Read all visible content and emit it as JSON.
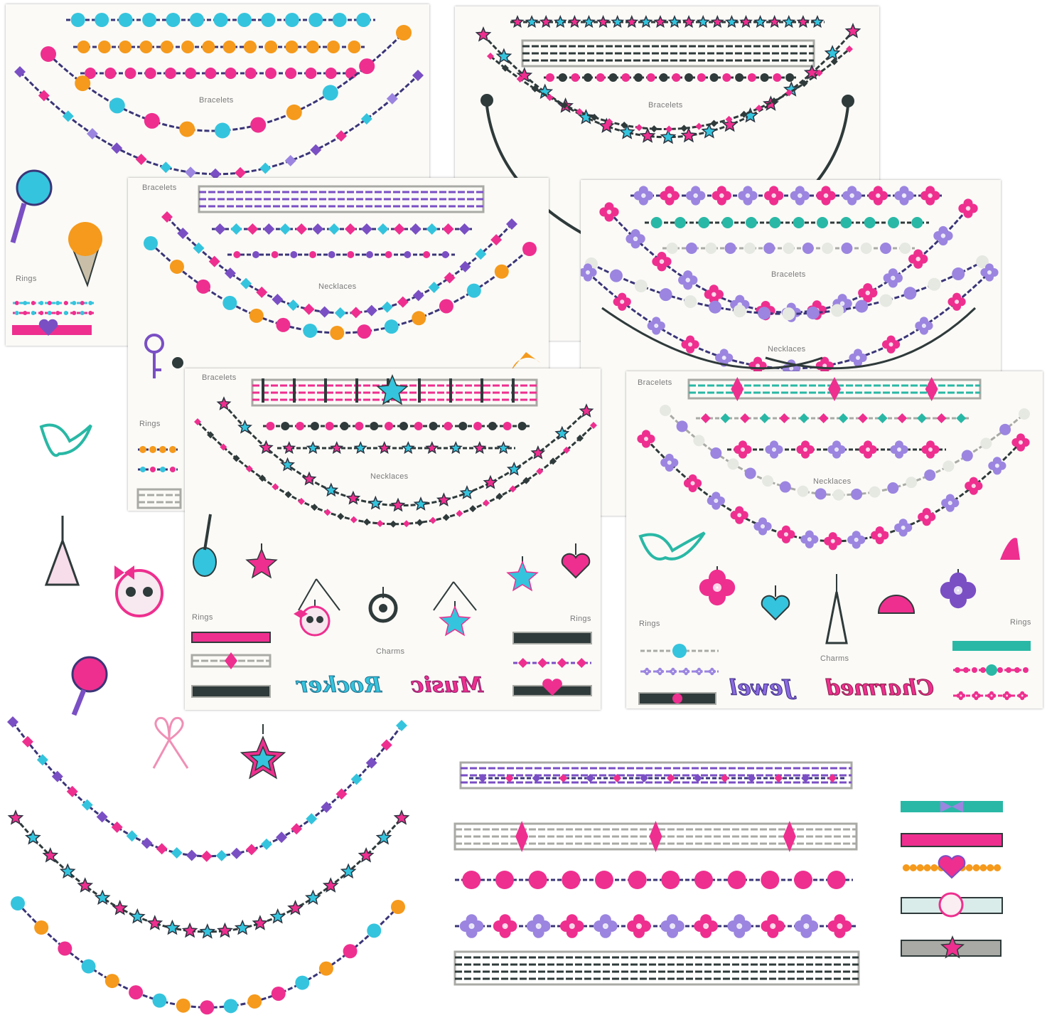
{
  "colors": {
    "pink": "#ee2f8f",
    "cyan": "#35c4dd",
    "orange": "#f59a1c",
    "purple": "#7a4fc4",
    "navy": "#3a3578",
    "teal": "#29b8a5",
    "silver": "#a9aaa5",
    "lavender": "#9b85e0",
    "dark": "#2f3a3a",
    "pearl": "#e6e8e2"
  },
  "icons": [
    "lollipop-icon",
    "ice-cream-icon",
    "key-icon",
    "orange-slice-icon",
    "swallow-bird-icon",
    "eiffel-tower-icon",
    "skull-bow-icon",
    "ribbon-bow-icon",
    "star-charm-icon",
    "guitar-icon",
    "heart-charm-icon",
    "target-charm-icon",
    "flower-charm-icon",
    "heart-lock-icon",
    "umbrella-icon",
    "high-heel-icon"
  ],
  "sheet1": {
    "bracelets": "Bracelets",
    "rings": "Rings"
  },
  "sheet2": {
    "bracelets": "Bracelets"
  },
  "sheet3": {
    "bracelets": "Bracelets",
    "necklaces": "Necklaces",
    "rings": "Rings"
  },
  "sheet4": {
    "bracelets": "Bracelets",
    "necklaces": "Necklaces"
  },
  "sheet5": {
    "bracelets": "Bracelets",
    "necklaces": "Necklaces",
    "rings_left": "Rings",
    "rings_right": "Rings",
    "charms": "Charms",
    "word1": "Rocker",
    "word2": "Music"
  },
  "sheet6": {
    "bracelets": "Bracelets",
    "necklaces": "Necklaces",
    "rings_left": "Rings",
    "rings_right": "Rings",
    "charms": "Charms",
    "word1": "Jewel",
    "word2": "Charmed"
  }
}
